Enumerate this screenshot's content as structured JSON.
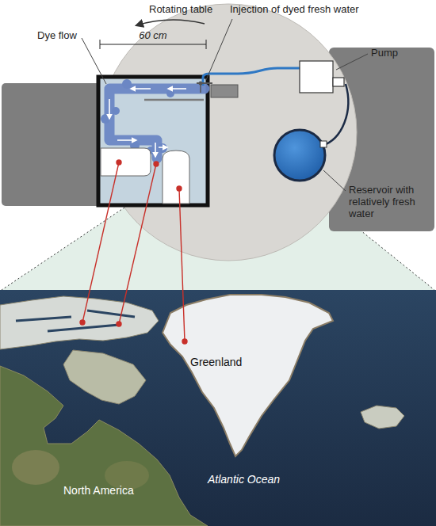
{
  "diagram": {
    "labels": [
      "Rotating table",
      "Injection of dyed fresh water",
      "Dye flow",
      "60 cm",
      "Pump",
      "Reservoir with relatively fresh water",
      "Greenland",
      "North America",
      "Atlantic Ocean"
    ]
  }
}
